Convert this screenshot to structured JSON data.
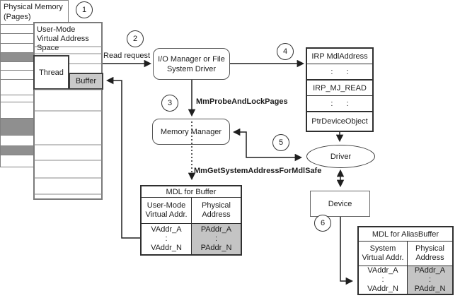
{
  "diagram": {
    "physical_memory": {
      "label": "Physical Memory\n(Pages)"
    },
    "user_mode": {
      "title": "User-Mode Virtual Address Space",
      "thread_label": "Thread",
      "buffer_label": "Buffer"
    },
    "steps": [
      "1",
      "2",
      "3",
      "4",
      "5",
      "6"
    ],
    "labels": {
      "read_request": "Read request",
      "mm_probe": "MmProbeAndLockPages",
      "mm_get": "MmGetSystemAddressForMdlSafe"
    },
    "io_manager": {
      "label": "I/O Manager or File System Driver"
    },
    "memory_manager": {
      "label": "Memory Manager"
    },
    "irp": {
      "rows": [
        "IRP MdlAddress",
        ": :",
        "IRP_MJ_READ",
        ": :",
        "PtrDeviceObject"
      ]
    },
    "driver": {
      "label": "Driver"
    },
    "device": {
      "label": "Device"
    },
    "mdl_buffer": {
      "title": "MDL for Buffer",
      "col1_header": "User-Mode\nVirtual Addr.",
      "col2_header": "Physical\nAddress",
      "col1_values": [
        "VAddr_A",
        ":",
        "VAddr_N"
      ],
      "col2_values": [
        "PAddr_A",
        ":",
        "PAddr_N"
      ]
    },
    "mdl_alias": {
      "title": "MDL for AliasBuffer",
      "col1_header": "System\nVirtual Addr.",
      "col2_header": "Physical\nAddress",
      "col1_values": [
        "VAddr_A",
        ":",
        "VAddr_N"
      ],
      "col2_values": [
        "PAddr_A",
        ":",
        "PAddr_N"
      ]
    },
    "colors": {
      "page_locked_gray": "#8f8f8f",
      "buffer_gray": "#c9c9c9",
      "paddr_cell_gray": "#c4c4c4",
      "line_gray": "#8a8a8a",
      "arrow_black": "#1f1f1f"
    }
  }
}
